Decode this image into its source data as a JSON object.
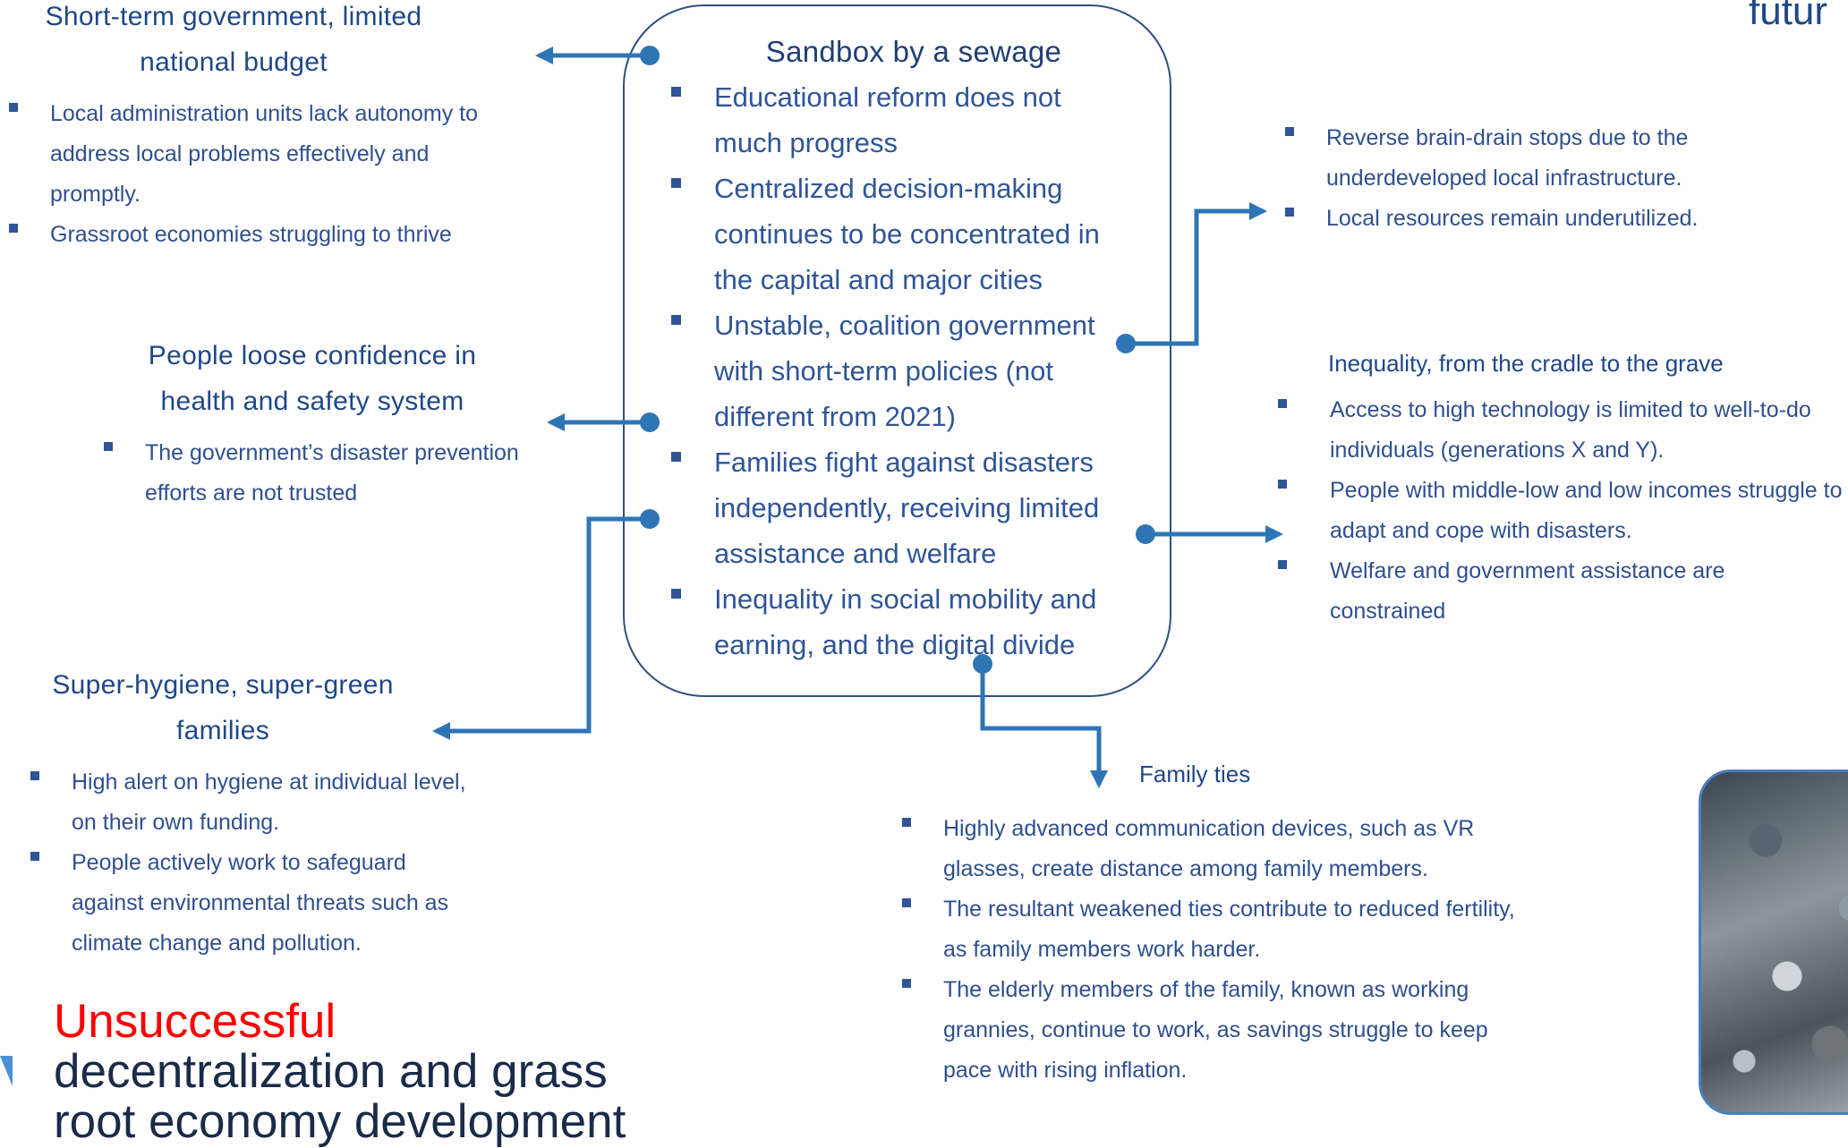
{
  "top_right_text": "futur",
  "center": {
    "title": "Sandbox by a sewage",
    "items": [
      "Educational reform does not much progress",
      "Centralized decision-making continues to be concentrated in the capital and major cities",
      "Unstable, coalition government with short-term policies (not different from 2021)",
      "Families fight against disasters independently, receiving limited assistance and welfare",
      "Inequality in social mobility and earning, and the digital divide"
    ]
  },
  "budget": {
    "title": "Short-term government, limited national budget",
    "items": [
      "Local administration units lack autonomy to address local problems effectively and promptly.",
      "Grassroot economies struggling to thrive"
    ]
  },
  "confidence": {
    "title": "People loose confidence in health and safety system",
    "items": [
      "The government’s disaster prevention efforts are not trusted"
    ]
  },
  "hygiene": {
    "title": "Super-hygiene, super-green families",
    "items": [
      "High alert on hygiene at individual level, on their own funding.",
      "People actively work to safeguard against environmental threats such as climate change and pollution."
    ]
  },
  "brain_drain": {
    "items": [
      "Reverse brain-drain stops due to the underdeveloped local infrastructure.",
      "Local resources remain underutilized."
    ]
  },
  "inequality": {
    "title": "Inequality, from the cradle to the grave",
    "items": [
      "Access to high technology is limited to well-to-do individuals (generations X and Y).",
      "People with middle-low and low incomes struggle to adapt and cope with disasters.",
      "Welfare and government assistance are constrained"
    ]
  },
  "family": {
    "title": "Family ties",
    "items": [
      "Highly advanced communication devices, such as VR glasses, create distance among family members.",
      "The resultant weakened ties contribute to reduced fertility, as family members work harder.",
      "The elderly members of the family, known as working grannies, continue to work, as savings struggle to keep pace with rising inflation."
    ]
  },
  "bottom_title": {
    "line1": "Unsuccessful",
    "line2": "decentralization and grass",
    "line3": "root economy development"
  },
  "colors": {
    "arrow": "#2e75b6",
    "heading": "#1f4788",
    "accent_red": "#ff0000",
    "box_border": "#2f4f7f"
  },
  "photo_icon": "sewage-photo"
}
